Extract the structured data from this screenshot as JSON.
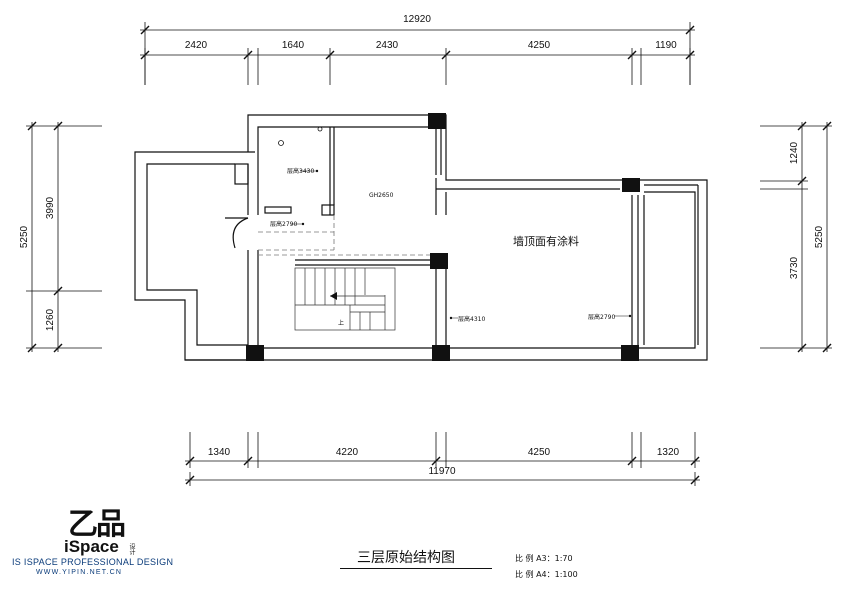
{
  "dimensions": {
    "top_total": "12920",
    "top_segments": [
      "2420",
      "1640",
      "2430",
      "4250",
      "1190"
    ],
    "bottom_segments": [
      "1340",
      "4220",
      "4250",
      "1320"
    ],
    "bottom_total": "11970",
    "left_total": "5250",
    "left_upper": "3990",
    "left_lower": "1260",
    "right_total": "5250",
    "right_upper": "1240",
    "right_lower": "3730"
  },
  "annotations": {
    "height_3430": "层高3430",
    "height_2790_left": "层高2790",
    "gh_2650": "GH2650",
    "ceiling_note": "墙顶面有涂料",
    "height_4310": "层高4310",
    "height_2790_right": "层高2790",
    "stair_up": "上"
  },
  "logo": {
    "mark": "乙品",
    "ispace": "iSpace",
    "tiny": "设计",
    "subtitle": "IS ISPACE PROFESSIONAL DESIGN",
    "url": "WWW.YIPIN.NET.CN"
  },
  "title_block": {
    "title": "三层原始结构图",
    "scale_a3": "比 例   A3：1:70",
    "scale_a4": "比 例   A4：1:100"
  }
}
